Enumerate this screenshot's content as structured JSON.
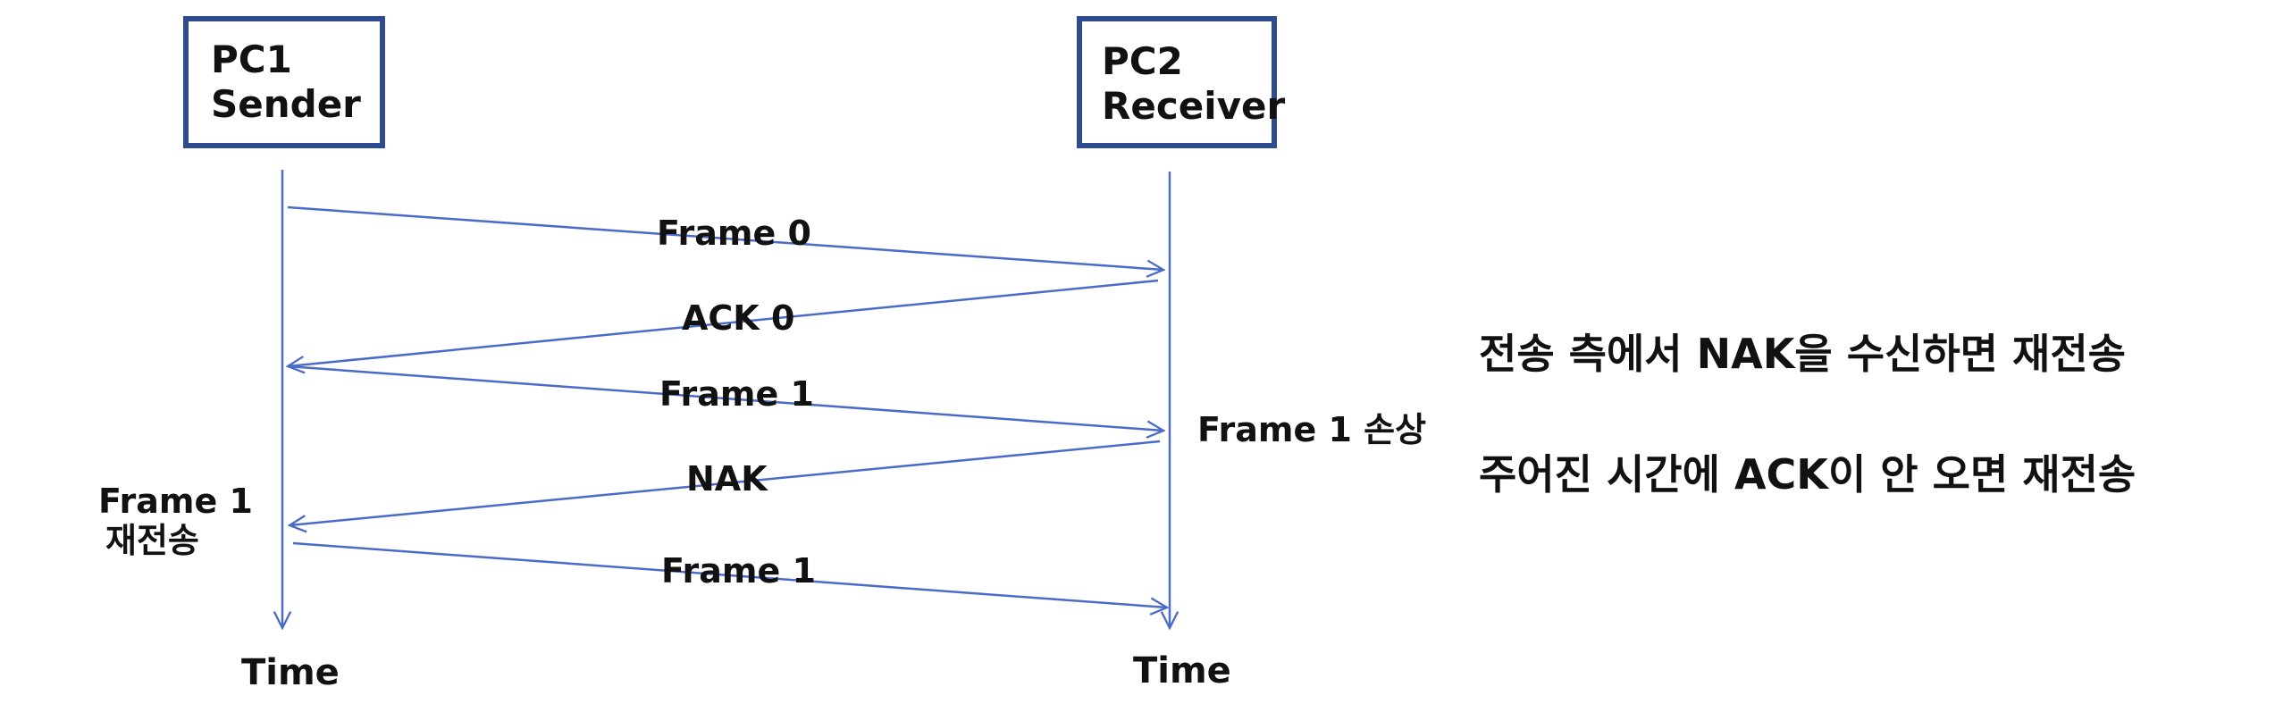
{
  "nodes": {
    "sender": {
      "line1": "PC1",
      "line2": "Sender"
    },
    "receiver": {
      "line1": "PC2",
      "line2": "Receiver"
    }
  },
  "time_labels": {
    "left": "Time",
    "right": "Time"
  },
  "messages": [
    {
      "label": "Frame 0",
      "direction": "sender-to-receiver"
    },
    {
      "label": "ACK 0",
      "direction": "receiver-to-sender"
    },
    {
      "label": "Frame 1",
      "direction": "sender-to-receiver"
    },
    {
      "label": "NAK",
      "direction": "receiver-to-sender"
    },
    {
      "label": "Frame 1",
      "direction": "sender-to-receiver"
    }
  ],
  "side_labels": {
    "frame_loss": "Frame 1 손상",
    "retransmit_line1": "Frame 1",
    "retransmit_line2": "재전송"
  },
  "notes": [
    "전송 측에서 NAK을 수신하면 재전송",
    "주어진 시간에 ACK이 안 오면 재전송"
  ],
  "colors": {
    "line": "#4a6bc7",
    "box_border": "#2f4b8f",
    "text": "#111111"
  }
}
